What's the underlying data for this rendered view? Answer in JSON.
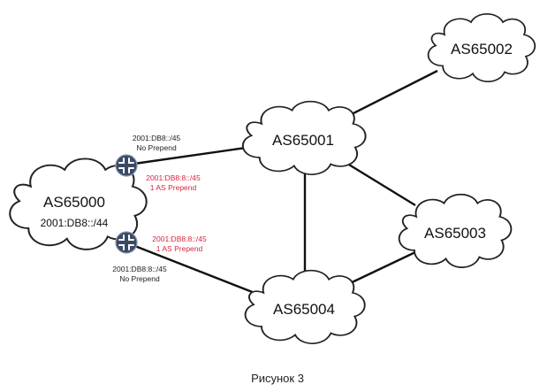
{
  "nodes": {
    "as65000": {
      "name": "AS65000",
      "prefix": "2001:DB8::/44"
    },
    "as65001": {
      "name": "AS65001"
    },
    "as65002": {
      "name": "AS65002"
    },
    "as65003": {
      "name": "AS65003"
    },
    "as65004": {
      "name": "AS65004"
    }
  },
  "annotations": {
    "upper_black": {
      "line1": "2001:DB8::/45",
      "line2": "No Prepend"
    },
    "upper_red": {
      "line1": "2001:DB8:8::/45",
      "line2": "1 AS Prepend"
    },
    "lower_red": {
      "line1": "2001:DB8:8::/45",
      "line2": "1 AS Prepend"
    },
    "lower_black": {
      "line1": "2001:DB8:8::/45",
      "line2": "No Prepend"
    }
  },
  "caption": "Рисунок 3",
  "colors": {
    "prepend_text": "#d9253f",
    "router": "#3a4a66",
    "cloud_stroke": "#222222"
  },
  "icons": {
    "router": "router-icon"
  }
}
